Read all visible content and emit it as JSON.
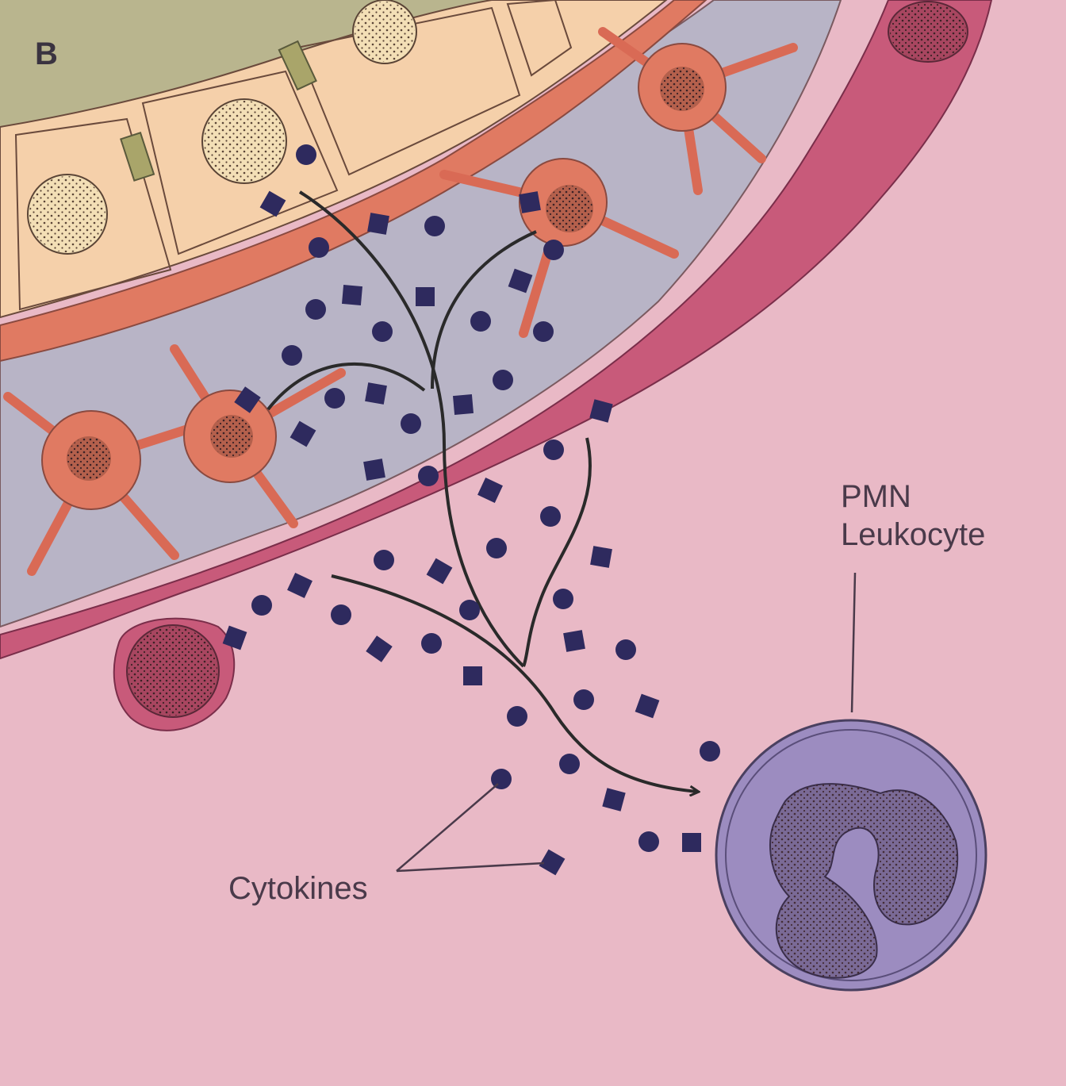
{
  "panel": {
    "letter": "B"
  },
  "labels": {
    "pmn_line1": "PMN",
    "pmn_line2": "Leukocyte",
    "cytokines": "Cytokines"
  },
  "colors": {
    "background": "#e9b9c6",
    "epithelium": "#f5d0aa",
    "lumen": "#b9b58e",
    "connective_tissue": "#b8b4c6",
    "stromal_cell": "#e07a62",
    "capillary_wall": "#c85a7a",
    "cytokine": "#2e2a5e",
    "leukocyte": "#9c8cc0"
  }
}
